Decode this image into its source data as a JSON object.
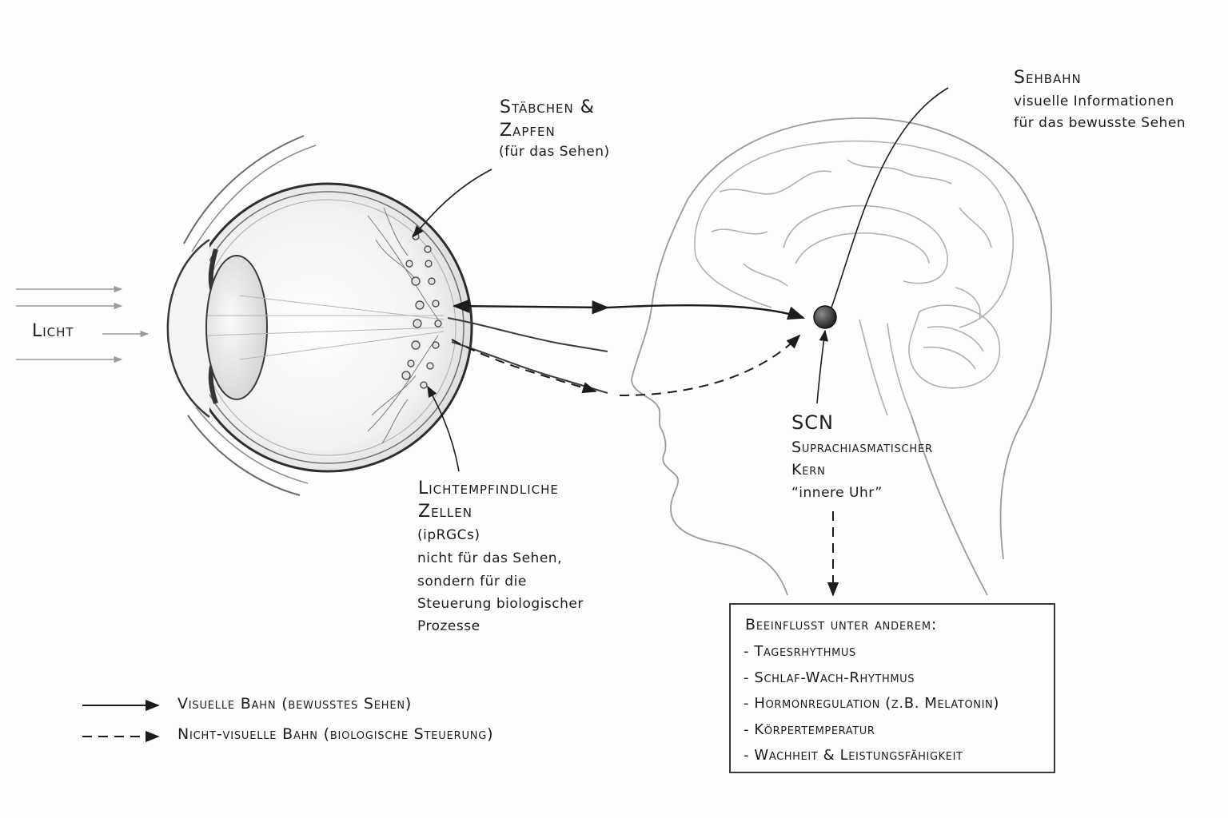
{
  "labels": {
    "light": "Licht",
    "rods_cones_title_1": "Stäbchen &",
    "rods_cones_title_2": "Zapfen",
    "rods_cones_sub": "(für das Sehen)",
    "visual_path_title": "Sehbahn",
    "visual_path_desc_1": "visuelle Informationen",
    "visual_path_desc_2": "für das bewusste Sehen",
    "ipRGC_title_1": "Lichtempfindliche",
    "ipRGC_title_2": "Zellen",
    "ipRGC_abbr": "(ipRGCs)",
    "ipRGC_desc_1": "nicht für das Sehen,",
    "ipRGC_desc_2": "sondern für die",
    "ipRGC_desc_3": "Steuerung biologischer",
    "ipRGC_desc_4": "Prozesse",
    "scn_title": "SCN",
    "scn_sub_1": "Suprachiasmatischer",
    "scn_sub_2": "Kern",
    "scn_sub_3": "“innere Uhr”"
  },
  "info_box": {
    "title": "Beeinflusst unter anderem:",
    "items": [
      "- Tagesrhythmus",
      "- Schlaf-Wach-Rhythmus",
      "- Hormonregulation (z.B. Melatonin)",
      "- Körpertemperatur",
      "- Wachheit & Leistungsfähigkeit"
    ]
  },
  "legend": {
    "solid": "Visuelle Bahn (bewusstes Sehen)",
    "dashed": "Nicht-visuelle Bahn (biologische Steuerung)"
  }
}
